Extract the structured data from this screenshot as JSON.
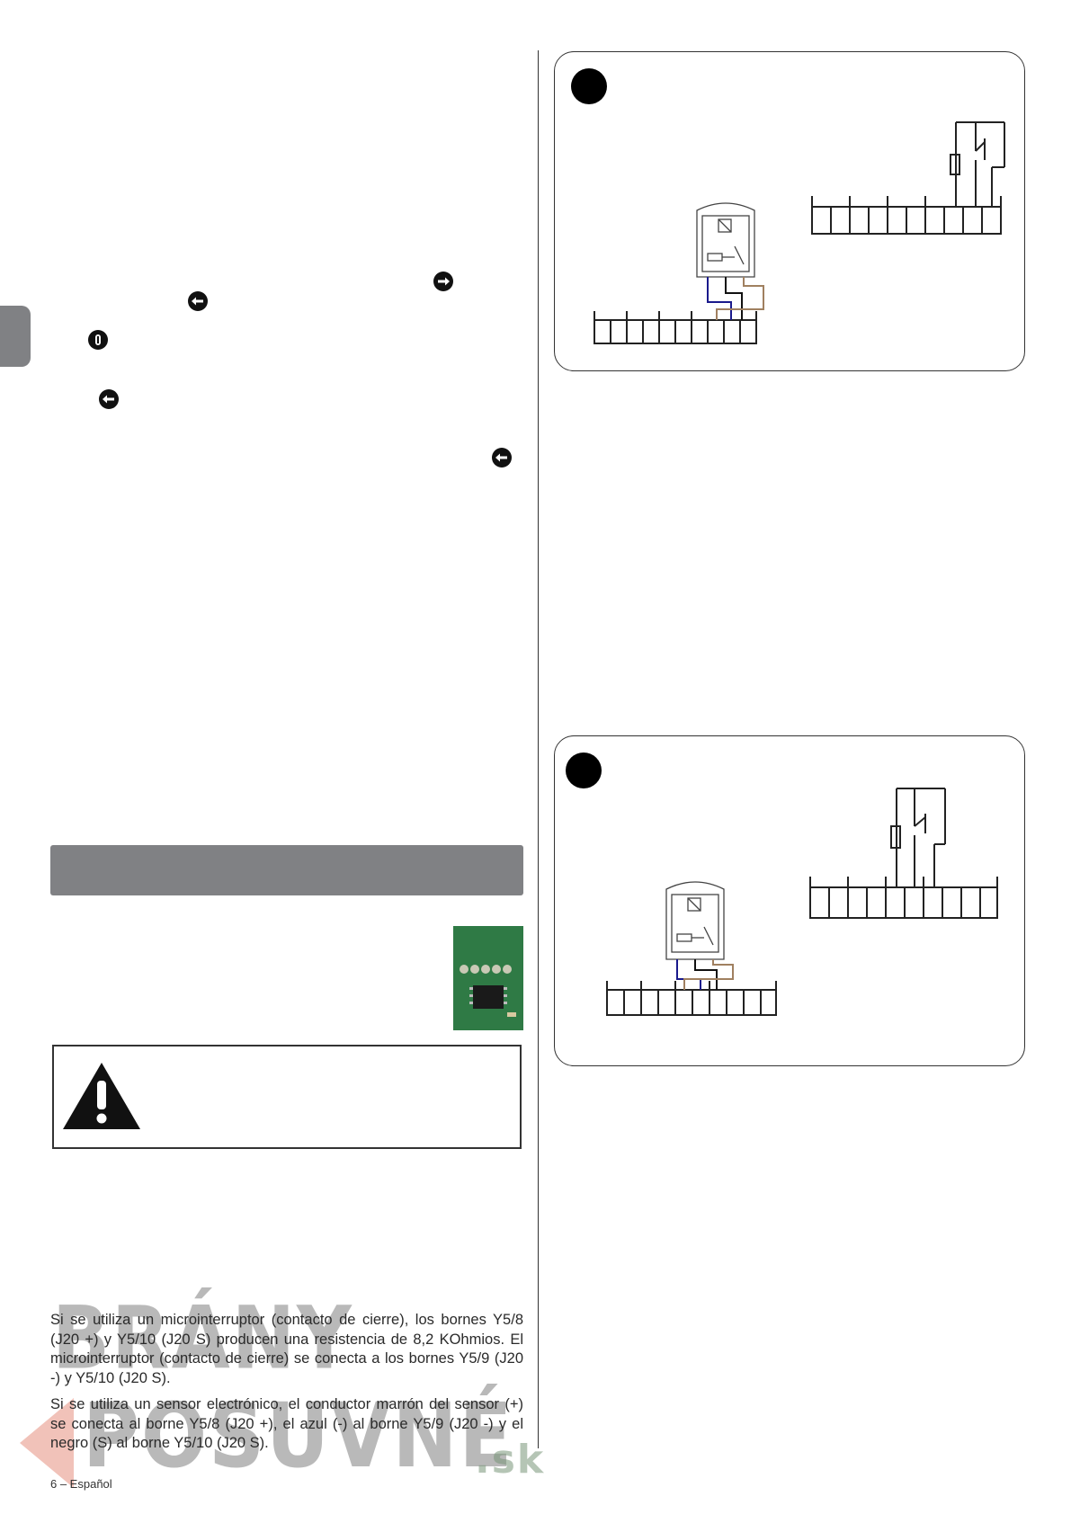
{
  "paragraphs": [
    "Si se utiliza un microinterruptor (contacto de cierre), los bornes Y5/8 (J20 +) y Y5/10 (J20 S) producen una resistencia de 8,2 KOhmios. El microinterruptor (contacto de cierre) se conecta a los bornes Y5/9 (J20 -) y Y5/10 (J20 S).",
    "Si se utiliza un sensor electrónico, el conductor marrón del sensor (+) se conecta al borne Y5/8 (J20 +), el azul (-) al borne Y5/9 (J20 -) y el negro (S) al borne Y5/10 (J20 S)."
  ],
  "footer": "6 – Español",
  "watermark": {
    "line1": "BRÁNY",
    "line2": "POSUVNÉ",
    "suffix": ".sk"
  },
  "icons": [
    "arrow-right-icon",
    "arrow-left-icon",
    "info-icon",
    "arrow-left-icon",
    "arrow-left-icon"
  ],
  "colors": {
    "accent_gray": "#808184",
    "wire_blue": "#1a1a8c",
    "wire_brown": "#a08060",
    "pcb_green": "#2f7a45"
  }
}
